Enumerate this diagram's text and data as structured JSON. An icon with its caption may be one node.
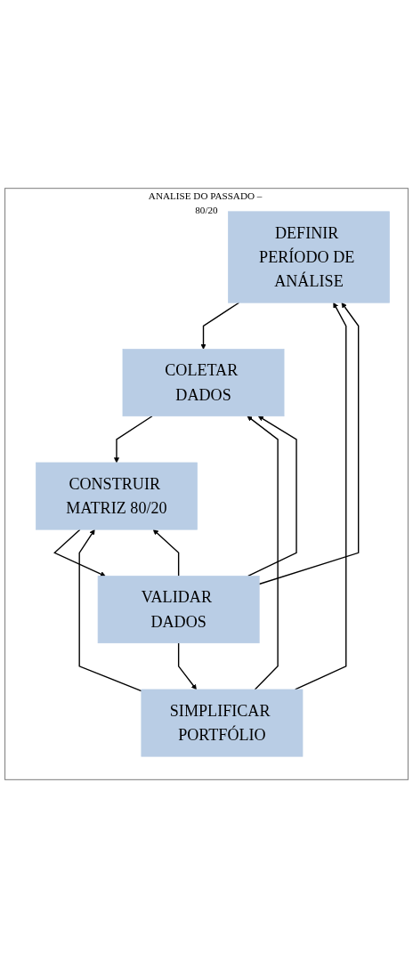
{
  "diagram": {
    "nodes": [
      {
        "text": [
          "ANALISE DO PASSADO – 80/20"
        ]
      },
      {
        "text": [
          "DEFINIR PERÍODO DE ANÁLISE"
        ],
        "in": 0
      },
      {
        "text": [
          "COLETAR DADOS"
        ],
        "in": 0
      },
      {
        "text": [
          "CONSTRUIR MATRIZ 80/20"
        ],
        "in": 0
      },
      {
        "text": [
          "VALIDAR DADOS"
        ],
        "in": 0
      },
      {
        "text": [
          "SIMPLIFICAR PORTFÓLIO"
        ],
        "in": 0
      }
    ],
    "edges": [
      {
        "from": 1,
        "to": 2,
        "arrow": "to"
      },
      {
        "from": 2,
        "to": 3,
        "arrow": "to"
      },
      {
        "from": 3,
        "to": 4,
        "arrow": "to"
      },
      {
        "from": 4,
        "to": 5,
        "arrow": "to"
      },
      {
        "from": 4,
        "to": 1,
        "arrow": "to"
      },
      {
        "from": 4,
        "to": 2,
        "arrow": "to"
      },
      {
        "from": 4,
        "to": 3,
        "arrow": "to"
      },
      {
        "from": 5,
        "to": 1,
        "arrow": "to"
      },
      {
        "from": 5,
        "to": 2,
        "arrow": "to"
      },
      {
        "from": 5,
        "to": 3,
        "arrow": "to"
      }
    ]
  }
}
